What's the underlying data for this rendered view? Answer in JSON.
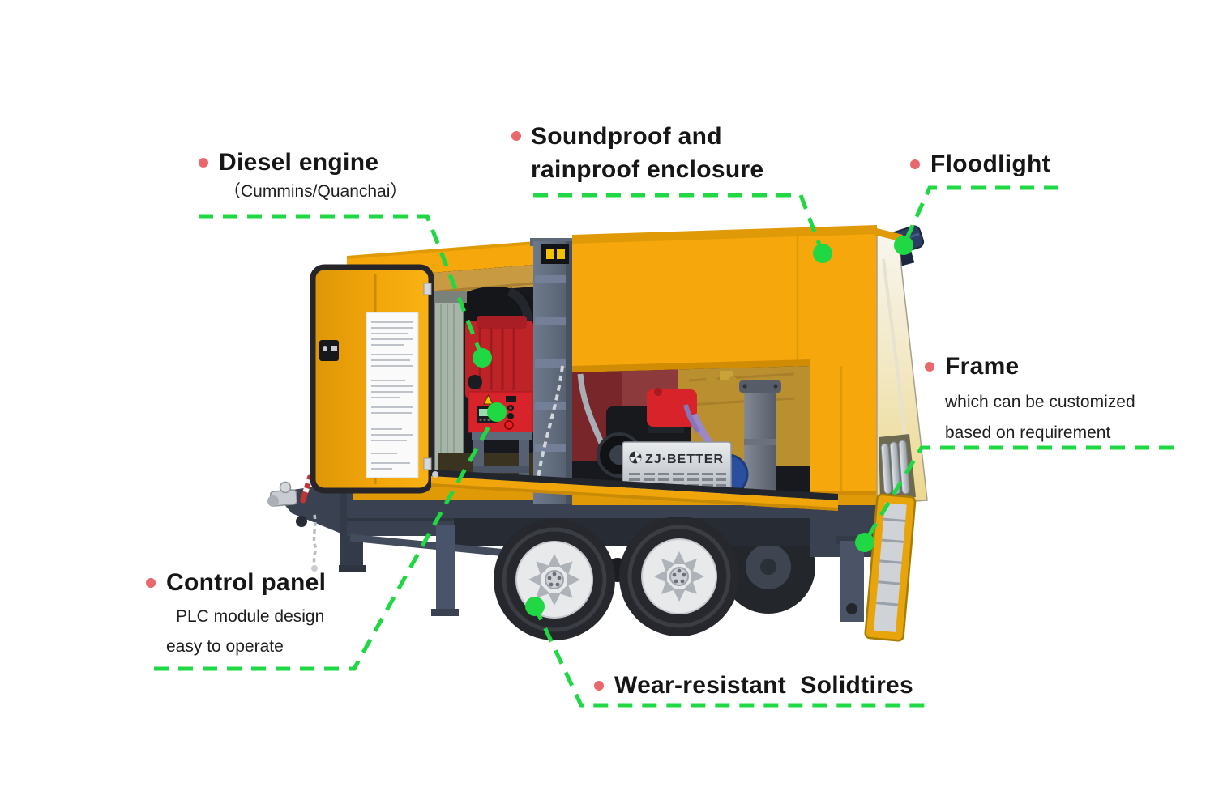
{
  "annotations": {
    "diesel_engine": {
      "title": "Diesel engine",
      "subtitle": "（Cummins/Quanchai）"
    },
    "enclosure": {
      "title_line1": "Soundproof and",
      "title_line2": "rainproof enclosure"
    },
    "floodlight": {
      "title": "Floodlight"
    },
    "frame": {
      "title": "Frame",
      "line1": "which can be customized",
      "line2": "based on requirement"
    },
    "control_panel": {
      "title": "Control panel",
      "line1": "PLC module design",
      "line2": "easy to operate"
    },
    "tires": {
      "title": "Wear-resistant  Solidtires"
    }
  },
  "machine": {
    "brand_plate": "ZJ·BETTER"
  },
  "colors": {
    "callout_green": "#1FD843",
    "bullet_red": "#E9686C",
    "body_yellow": "#F5A70B",
    "chassis_gray": "#3A4150",
    "engine_red": "#BE2328",
    "panel_red": "#D8232A",
    "text_black": "#161616"
  }
}
